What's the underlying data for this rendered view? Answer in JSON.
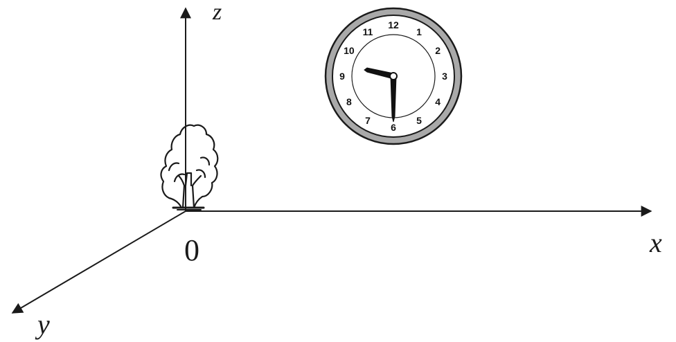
{
  "axes": {
    "z_label": "z",
    "x_label": "x",
    "y_label": "y",
    "origin_label": "0"
  },
  "objects": {
    "tree_icon": "tree-icon",
    "clock_icon": "clock-icon"
  },
  "clock": {
    "numbers": [
      "12",
      "1",
      "2",
      "3",
      "4",
      "5",
      "6",
      "7",
      "8",
      "9",
      "10",
      "11"
    ],
    "time_shown": "9:30"
  },
  "colors": {
    "ink": "#1a1a1a",
    "clock_rim": "#a9a9a9",
    "background": "#ffffff"
  }
}
